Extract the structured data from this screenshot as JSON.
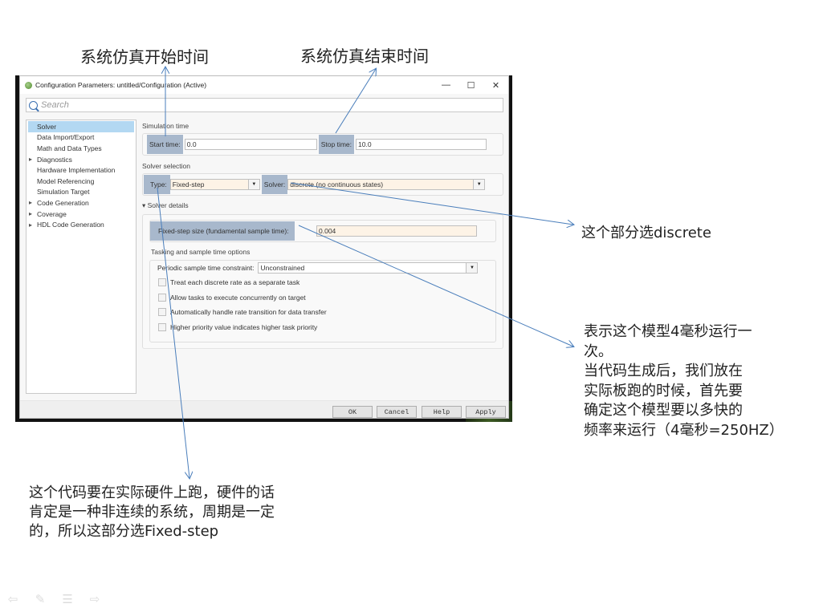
{
  "annotations": {
    "start_time_caption": "系统仿真开始时间",
    "stop_time_caption": "系统仿真结束时间",
    "solver_caption": "这个部分选discrete",
    "step_size_caption": "表示这个模型4毫秒运行一\n次。\n当代码生成后，我们放在\n实际板跑的时候，首先要\n确定这个模型要以多快的\n频率来运行（4毫秒=250HZ）",
    "type_caption": "这个代码要在实际硬件上跑，硬件的话\n肯定是一种非连续的系统，周期是一定\n的，所以这部分选Fixed-step",
    "arrow_color": "#4a7ebb",
    "highlight_color": "#a8b8cc"
  },
  "window": {
    "title": "Configuration Parameters: untitled/Configuration (Active)",
    "controls": {
      "minimize": "—",
      "maximize": "☐",
      "close": "✕"
    },
    "search": {
      "placeholder": "Search",
      "icon": "search-icon"
    }
  },
  "sidebar": {
    "items": [
      {
        "label": "Solver",
        "selected": true,
        "expandable": false
      },
      {
        "label": "Data Import/Export",
        "selected": false,
        "expandable": false
      },
      {
        "label": "Math and Data Types",
        "selected": false,
        "expandable": false
      },
      {
        "label": "Diagnostics",
        "selected": false,
        "expandable": true
      },
      {
        "label": "Hardware Implementation",
        "selected": false,
        "expandable": false
      },
      {
        "label": "Model Referencing",
        "selected": false,
        "expandable": false
      },
      {
        "label": "Simulation Target",
        "selected": false,
        "expandable": false
      },
      {
        "label": "Code Generation",
        "selected": false,
        "expandable": true
      },
      {
        "label": "Coverage",
        "selected": false,
        "expandable": true
      },
      {
        "label": "HDL Code Generation",
        "selected": false,
        "expandable": true
      }
    ]
  },
  "simulation_time": {
    "section_label": "Simulation time",
    "start_label": "Start time:",
    "start_value": "0.0",
    "stop_label": "Stop time:",
    "stop_value": "10.0"
  },
  "solver_selection": {
    "section_label": "Solver selection",
    "type_label": "Type:",
    "type_value": "Fixed-step",
    "solver_label": "Solver:",
    "solver_value": "discrete (no continuous states)"
  },
  "solver_details": {
    "section_label": "▾ Solver details",
    "step_size_label": "Fixed-step size (fundamental sample time):",
    "step_size_value": "0.004"
  },
  "tasking": {
    "section_label": "Tasking and sample time options",
    "constraint_label": "Periodic sample time constraint:",
    "constraint_value": "Unconstrained",
    "checkboxes": [
      {
        "label": "Treat each discrete rate as a separate task",
        "checked": false
      },
      {
        "label": "Allow tasks to execute concurrently on target",
        "checked": false
      },
      {
        "label": "Automatically handle rate transition for data transfer",
        "checked": false
      },
      {
        "label": "Higher priority value indicates higher task priority",
        "checked": false
      }
    ]
  },
  "buttons": {
    "ok": "OK",
    "cancel": "Cancel",
    "help": "Help",
    "apply": "Apply"
  },
  "slide_nav": {
    "prev": "⇦",
    "pen": "✎",
    "menu": "☰",
    "next": "⇨"
  }
}
